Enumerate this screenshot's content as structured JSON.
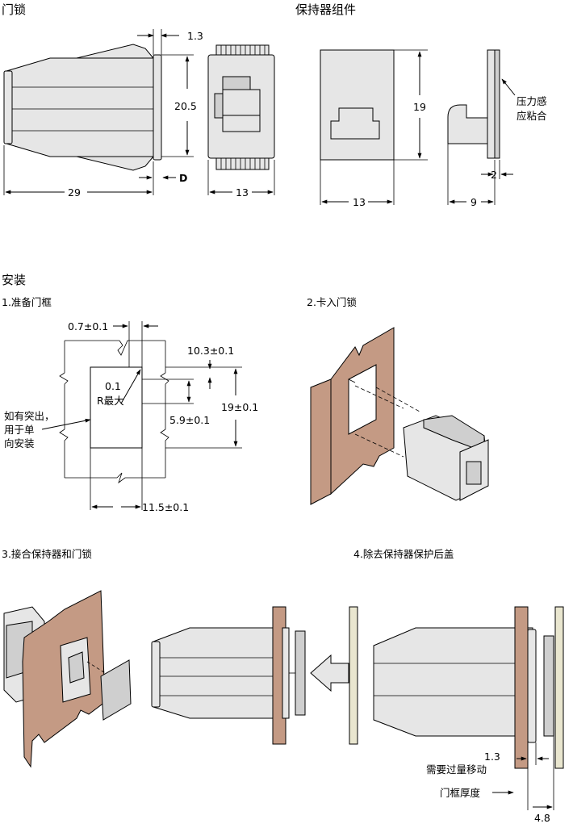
{
  "sections": {
    "door_latch_title": "门锁",
    "holder_title": "保持器组件",
    "install_title": "安装"
  },
  "steps": {
    "step1": "1.准备门框",
    "step2": "2.卡入门锁",
    "step3": "3.接合保持器和门锁",
    "step4": "4.除去保持器保护后盖"
  },
  "latch_dims": {
    "d1": "1.3",
    "d2": "20.5",
    "d3": "29",
    "d4": "D",
    "d5": "13"
  },
  "holder_dims": {
    "h1": "19",
    "h2": "13",
    "h3": "9",
    "h4": "2",
    "note_line1": "压力感",
    "note_line2": "应粘合"
  },
  "frame_dims": {
    "f1": "0.7±0.1",
    "f2": "10.3±0.1",
    "f3": "0.1",
    "f4": "R最大",
    "f5": "5.9±0.1",
    "f6": "19±0.1",
    "f7": "11.5±0.1",
    "note_line1": "如有突出，",
    "note_line2": "用于单",
    "note_line3": "向安装"
  },
  "step4_labels": {
    "s1": "1.3",
    "s2": "需要过量移动",
    "s3": "门框厚度",
    "s4": "4.8"
  }
}
